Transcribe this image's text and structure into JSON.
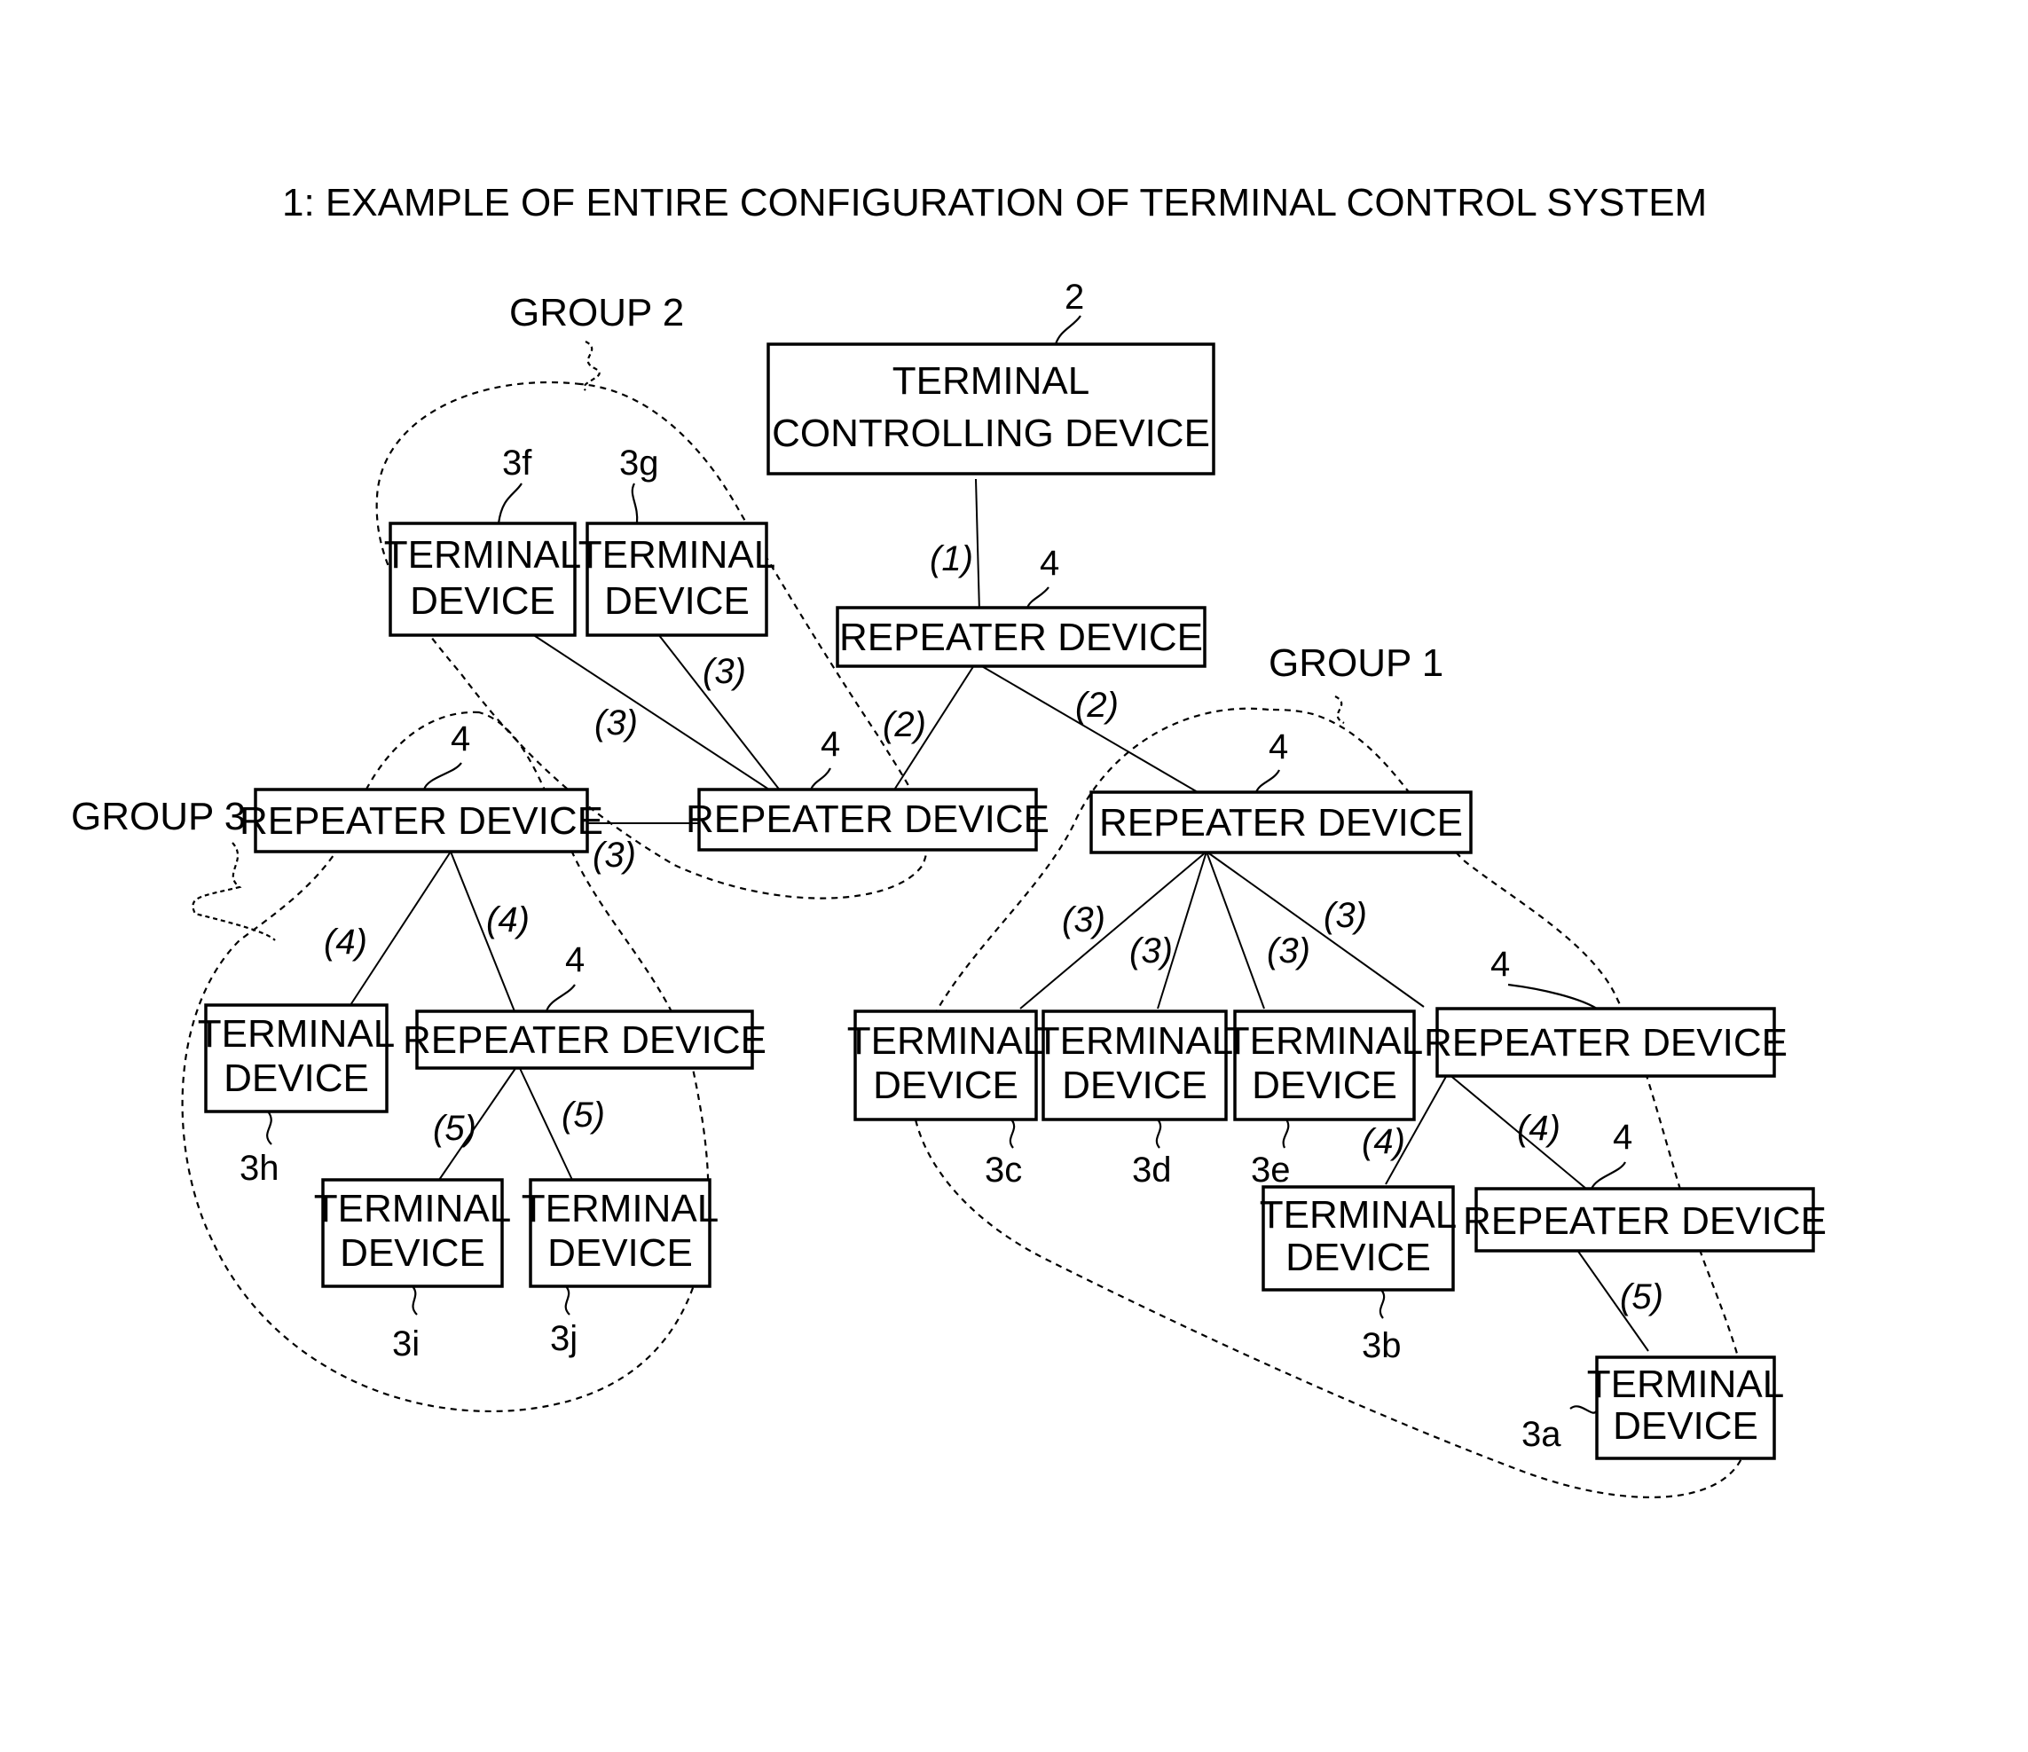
{
  "title": "1: EXAMPLE OF ENTIRE CONFIGURATION OF TERMINAL CONTROL SYSTEM",
  "groups": {
    "group1": "GROUP 1",
    "group2": "GROUP 2",
    "group3": "GROUP 3"
  },
  "controller": {
    "line1": "TERMINAL",
    "line2": "CONTROLLING DEVICE",
    "ref": "2"
  },
  "repeater_label": "REPEATER DEVICE",
  "terminal_line1": "TERMINAL",
  "terminal_line2": "DEVICE",
  "repeater_ref": "4",
  "terminal_refs": {
    "a": "3a",
    "b": "3b",
    "c": "3c",
    "d": "3d",
    "e": "3e",
    "f": "3f",
    "g": "3g",
    "h": "3h",
    "i": "3i",
    "j": "3j"
  },
  "link_labels": {
    "l1": "(1)",
    "l2": "(2)",
    "l3": "(3)",
    "l4": "(4)",
    "l5": "(5)"
  }
}
